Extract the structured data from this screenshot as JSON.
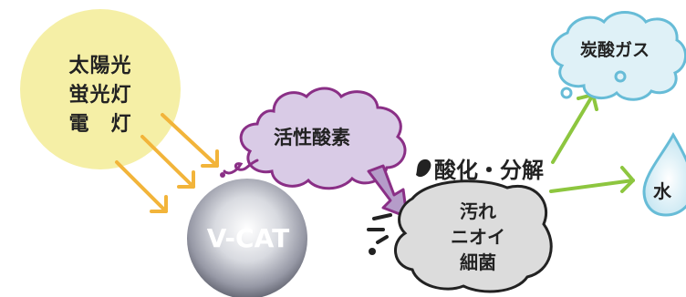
{
  "light_source": {
    "lines": [
      "太陽光",
      "蛍光灯",
      "電　灯"
    ]
  },
  "catalyst": {
    "label": "V-CAT"
  },
  "active_oxygen": {
    "label": "活性酸素"
  },
  "process": {
    "label": "酸化・分解"
  },
  "pollutants": {
    "lines": [
      "汚れ",
      "ニオイ",
      "細菌"
    ]
  },
  "products": {
    "co2": "炭酸ガス",
    "water": "水"
  },
  "colors": {
    "sun": "#f5efa6",
    "light_arrows": "#f2b43a",
    "cloud": "#d9cbe6",
    "cloud_outline": "#8a2f86",
    "pollutant_fill": "#dcdcdc",
    "product_arrows": "#8dc63f",
    "co2_fill": "#dff1f7",
    "co2_outline": "#67bcd7"
  }
}
